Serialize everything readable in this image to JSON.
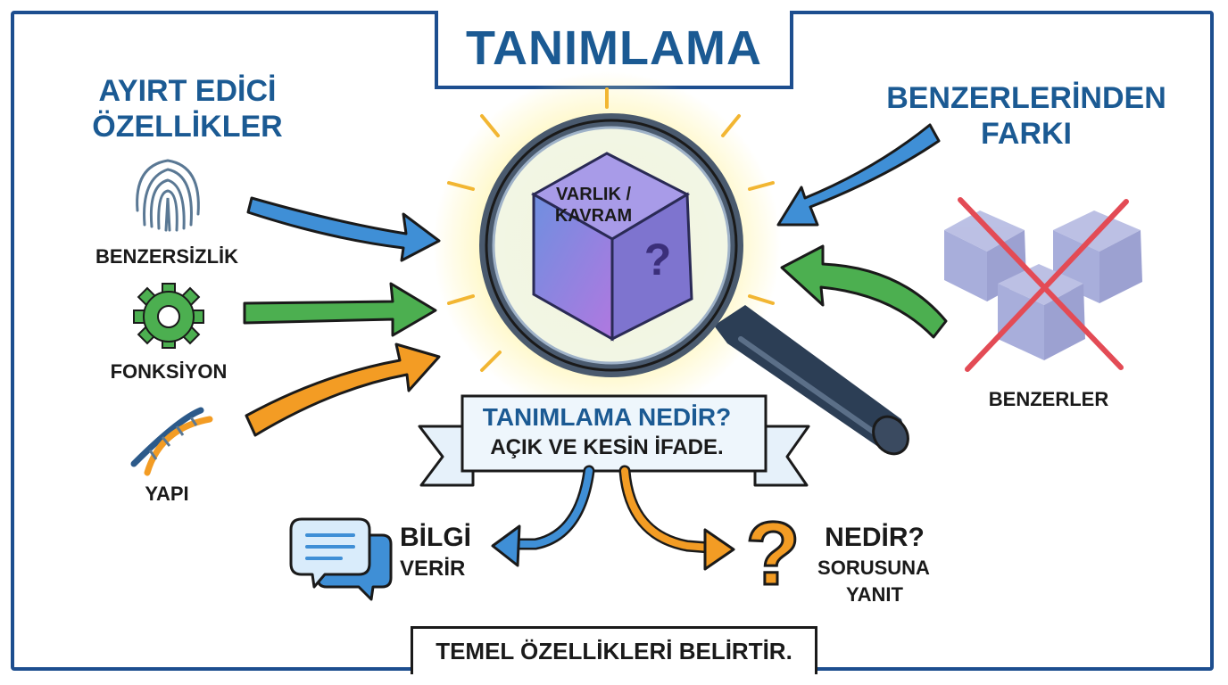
{
  "title": "TANIMLAMA",
  "left_heading": {
    "line1": "AYIRT EDİCİ",
    "line2": "ÖZELLİKLER"
  },
  "right_heading": {
    "line1": "BENZERLERİNDEN",
    "line2": "FARKI"
  },
  "features": [
    {
      "label": "BENZERSİZLİK",
      "icon": "fingerprint-icon"
    },
    {
      "label": "FONKSİYON",
      "icon": "gear-icon"
    },
    {
      "label": "YAPI",
      "icon": "dna-icon"
    }
  ],
  "center": {
    "cube_line1": "VARLIK /",
    "cube_line2": "KAVRAM",
    "cube_mark": "?"
  },
  "similars_label": "BENZERLER",
  "ribbon": {
    "line1": "TANIMLAMA NEDİR?",
    "line2": "AÇIK VE KESİN İFADE."
  },
  "outputs": {
    "left": {
      "line1": "BİLGİ",
      "line2": "VERİR"
    },
    "right": {
      "line1": "NEDİR?",
      "line2": "SORUSUNA",
      "line3": "YANIT",
      "mark": "?"
    }
  },
  "bottom": "TEMEL ÖZELLİKLERİ BELİRTİR.",
  "colors": {
    "blue": "#1b5a93",
    "arrow_blue": "#3f8fd6",
    "arrow_green": "#4caf50",
    "arrow_orange": "#f39c24",
    "cube": "#8a7fd8",
    "cross": "#e34b55"
  }
}
